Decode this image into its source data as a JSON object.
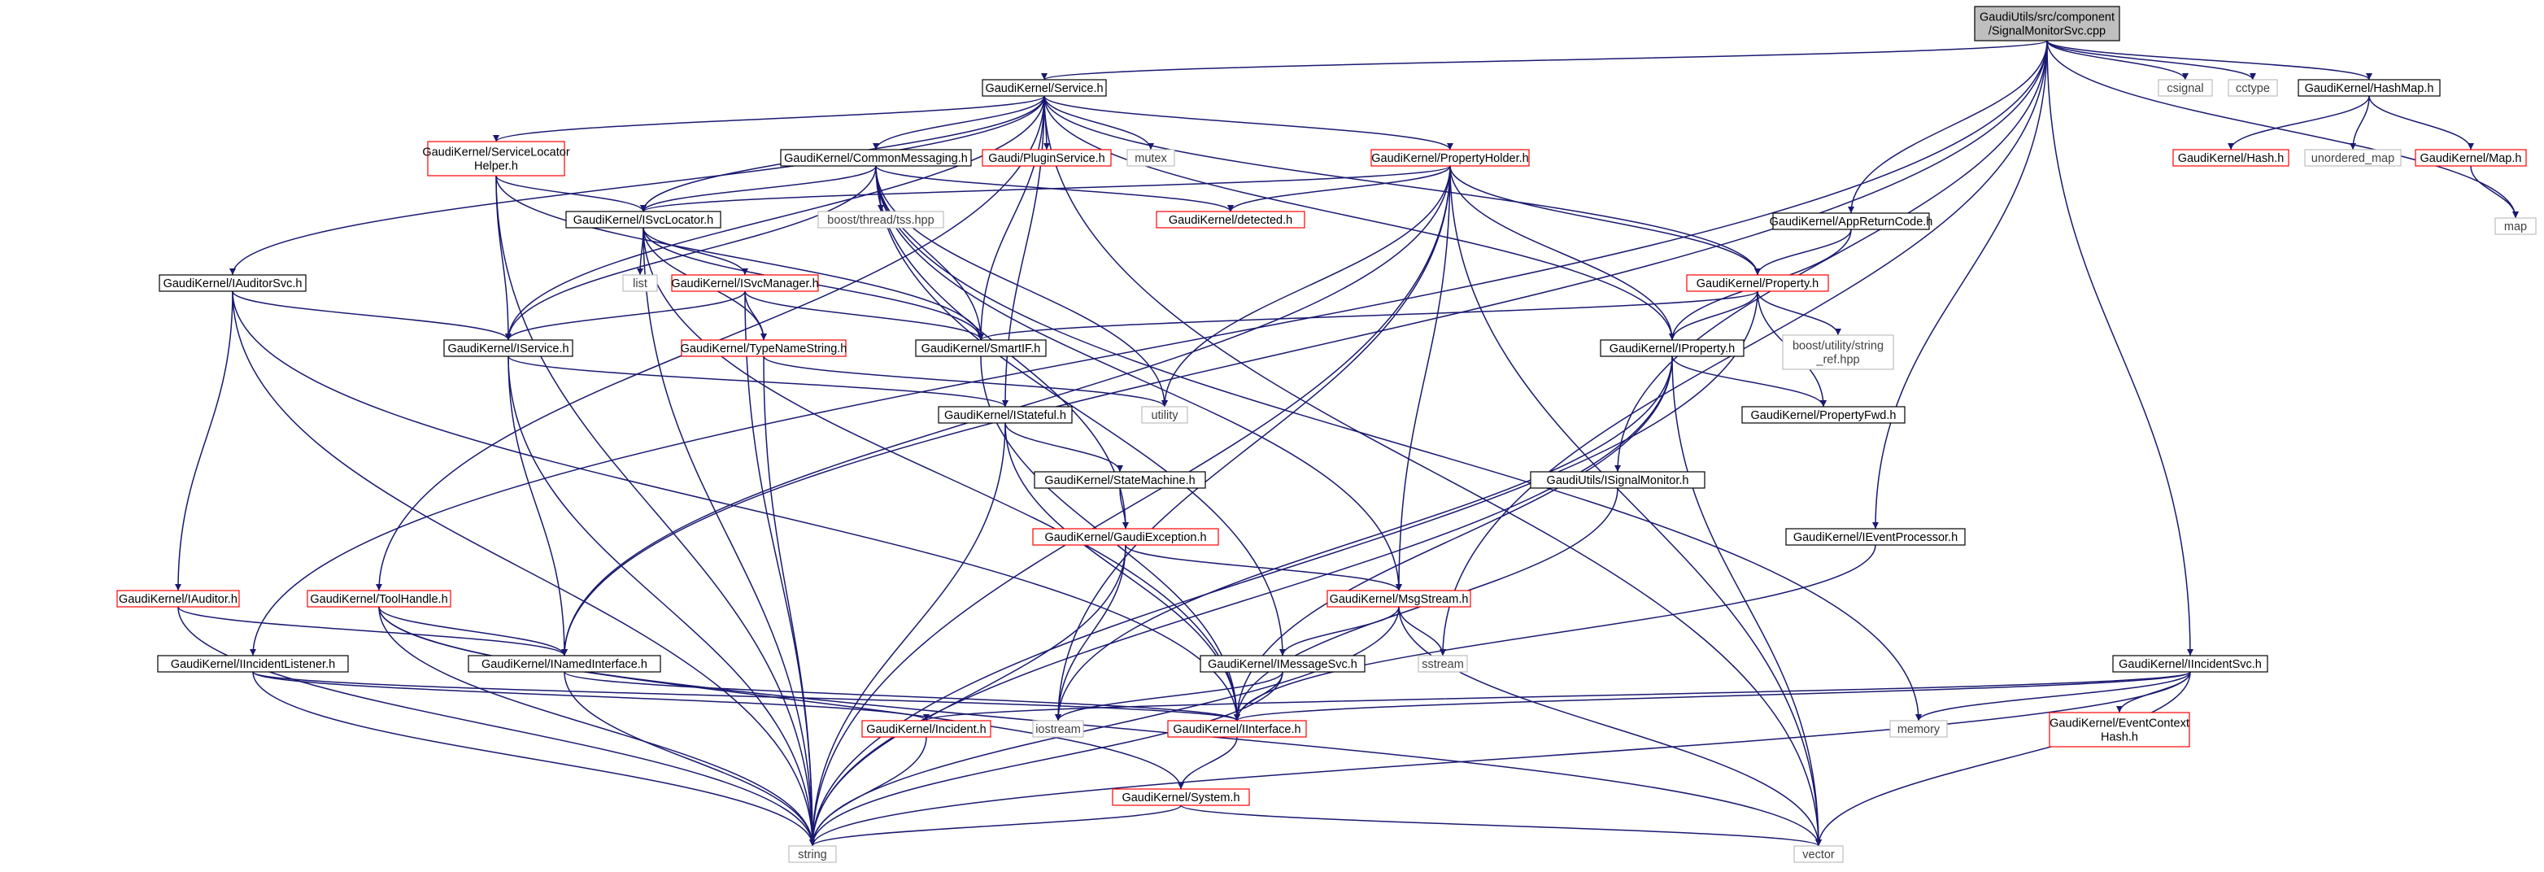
{
  "colors": {
    "edge": "#191970",
    "edge_head": "#191970",
    "text": "#000000",
    "root_fill": "#bfbfbf",
    "root_border": "#000000",
    "doc_border": "#000000",
    "undoc_border": "#ff0000",
    "system_border": "#bfbfbf",
    "system_text": "#404040"
  },
  "graph": {
    "nodes": [
      {
        "id": "root",
        "kind": "root",
        "lines": [
          "GaudiUtils/src/component",
          "/SignalMonitorSvc.cpp"
        ]
      },
      {
        "id": "service_h",
        "kind": "doc",
        "lines": [
          "GaudiKernel/Service.h"
        ]
      },
      {
        "id": "csignal",
        "kind": "system",
        "lines": [
          "csignal"
        ]
      },
      {
        "id": "cctype",
        "kind": "system",
        "lines": [
          "cctype"
        ]
      },
      {
        "id": "hashmap_h",
        "kind": "doc",
        "lines": [
          "GaudiKernel/HashMap.h"
        ]
      },
      {
        "id": "svclocatorhelper_h",
        "kind": "undoc",
        "lines": [
          "GaudiKernel/ServiceLocator",
          "Helper.h"
        ]
      },
      {
        "id": "commonmessaging_h",
        "kind": "doc",
        "lines": [
          "GaudiKernel/CommonMessaging.h"
        ]
      },
      {
        "id": "pluginservice_h",
        "kind": "undoc",
        "lines": [
          "Gaudi/PluginService.h"
        ]
      },
      {
        "id": "mutex",
        "kind": "system",
        "lines": [
          "mutex"
        ]
      },
      {
        "id": "propertyholder_h",
        "kind": "undoc",
        "lines": [
          "GaudiKernel/PropertyHolder.h"
        ]
      },
      {
        "id": "hash_h",
        "kind": "undoc",
        "lines": [
          "GaudiKernel/Hash.h"
        ]
      },
      {
        "id": "unordered_map",
        "kind": "system",
        "lines": [
          "unordered_map"
        ]
      },
      {
        "id": "map_h",
        "kind": "undoc",
        "lines": [
          "GaudiKernel/Map.h"
        ]
      },
      {
        "id": "map",
        "kind": "system",
        "lines": [
          "map"
        ]
      },
      {
        "id": "isvclocator_h",
        "kind": "doc",
        "lines": [
          "GaudiKernel/ISvcLocator.h"
        ]
      },
      {
        "id": "threadtss",
        "kind": "system",
        "lines": [
          "boost/thread/tss.hpp"
        ]
      },
      {
        "id": "detected_h",
        "kind": "undoc",
        "lines": [
          "GaudiKernel/detected.h"
        ]
      },
      {
        "id": "appreturncode_h",
        "kind": "doc",
        "lines": [
          "GaudiKernel/AppReturnCode.h"
        ]
      },
      {
        "id": "iauditorsvc_h",
        "kind": "doc",
        "lines": [
          "GaudiKernel/IAuditorSvc.h"
        ]
      },
      {
        "id": "list",
        "kind": "system",
        "lines": [
          "list"
        ]
      },
      {
        "id": "isvcmanager_h",
        "kind": "undoc",
        "lines": [
          "GaudiKernel/ISvcManager.h"
        ]
      },
      {
        "id": "property_h",
        "kind": "undoc",
        "lines": [
          "GaudiKernel/Property.h"
        ]
      },
      {
        "id": "iservice_h",
        "kind": "doc",
        "lines": [
          "GaudiKernel/IService.h"
        ]
      },
      {
        "id": "typenamestring_h",
        "kind": "undoc",
        "lines": [
          "GaudiKernel/TypeNameString.h"
        ]
      },
      {
        "id": "smartif_h",
        "kind": "doc",
        "lines": [
          "GaudiKernel/SmartIF.h"
        ]
      },
      {
        "id": "string_ref",
        "kind": "system",
        "lines": [
          "boost/utility/string",
          "_ref.hpp"
        ]
      },
      {
        "id": "iproperty_h",
        "kind": "doc",
        "lines": [
          "GaudiKernel/IProperty.h"
        ]
      },
      {
        "id": "utility",
        "kind": "system",
        "lines": [
          "utility"
        ]
      },
      {
        "id": "istateful_h",
        "kind": "doc",
        "lines": [
          "GaudiKernel/IStateful.h"
        ]
      },
      {
        "id": "propertyfwd_h",
        "kind": "doc",
        "lines": [
          "GaudiKernel/PropertyFwd.h"
        ]
      },
      {
        "id": "statemachine_h",
        "kind": "doc",
        "lines": [
          "GaudiKernel/StateMachine.h"
        ]
      },
      {
        "id": "isignalmonitor_h",
        "kind": "doc",
        "lines": [
          "GaudiUtils/ISignalMonitor.h"
        ]
      },
      {
        "id": "gaudiexception_h",
        "kind": "undoc",
        "lines": [
          "GaudiKernel/GaudiException.h"
        ]
      },
      {
        "id": "ieventprocessor_h",
        "kind": "doc",
        "lines": [
          "GaudiKernel/IEventProcessor.h"
        ]
      },
      {
        "id": "iauditor_h",
        "kind": "undoc",
        "lines": [
          "GaudiKernel/IAuditor.h"
        ]
      },
      {
        "id": "toolhandle_h",
        "kind": "undoc",
        "lines": [
          "GaudiKernel/ToolHandle.h"
        ]
      },
      {
        "id": "msgstream_h",
        "kind": "undoc",
        "lines": [
          "GaudiKernel/MsgStream.h"
        ]
      },
      {
        "id": "iincidentlistener_h",
        "kind": "doc",
        "lines": [
          "GaudiKernel/IIncidentListener.h"
        ]
      },
      {
        "id": "inamedinterface_h",
        "kind": "doc",
        "lines": [
          "GaudiKernel/INamedInterface.h"
        ]
      },
      {
        "id": "imessagesvc_h",
        "kind": "doc",
        "lines": [
          "GaudiKernel/IMessageSvc.h"
        ]
      },
      {
        "id": "sstream",
        "kind": "system",
        "lines": [
          "sstream"
        ]
      },
      {
        "id": "iincidentsvc_h",
        "kind": "doc",
        "lines": [
          "GaudiKernel/IIncidentSvc.h"
        ]
      },
      {
        "id": "incident_h",
        "kind": "undoc",
        "lines": [
          "GaudiKernel/Incident.h"
        ]
      },
      {
        "id": "iostream",
        "kind": "system",
        "lines": [
          "iostream"
        ]
      },
      {
        "id": "iinterface_h",
        "kind": "undoc",
        "lines": [
          "GaudiKernel/IInterface.h"
        ]
      },
      {
        "id": "memory",
        "kind": "system",
        "lines": [
          "memory"
        ]
      },
      {
        "id": "eventcontexthash_h",
        "kind": "undoc",
        "lines": [
          "GaudiKernel/EventContext",
          "Hash.h"
        ]
      },
      {
        "id": "system_h",
        "kind": "undoc",
        "lines": [
          "GaudiKernel/System.h"
        ]
      },
      {
        "id": "string",
        "kind": "system",
        "lines": [
          "string"
        ]
      },
      {
        "id": "vector",
        "kind": "system",
        "lines": [
          "vector"
        ]
      }
    ],
    "edges": [
      [
        "root",
        "service_h"
      ],
      [
        "root",
        "csignal"
      ],
      [
        "root",
        "cctype"
      ],
      [
        "root",
        "hashmap_h"
      ],
      [
        "root",
        "map"
      ],
      [
        "root",
        "appreturncode_h"
      ],
      [
        "root",
        "isignalmonitor_h"
      ],
      [
        "root",
        "ieventprocessor_h"
      ],
      [
        "root",
        "iincidentsvc_h"
      ],
      [
        "root",
        "sstream"
      ],
      [
        "root",
        "iincidentlistener_h"
      ],
      [
        "root",
        "inamedinterface_h"
      ],
      [
        "service_h",
        "svclocatorhelper_h"
      ],
      [
        "service_h",
        "commonmessaging_h"
      ],
      [
        "service_h",
        "pluginservice_h"
      ],
      [
        "service_h",
        "mutex"
      ],
      [
        "service_h",
        "propertyholder_h"
      ],
      [
        "service_h",
        "iauditorsvc_h"
      ],
      [
        "service_h",
        "isvclocator_h"
      ],
      [
        "service_h",
        "iservice_h"
      ],
      [
        "service_h",
        "toolhandle_h"
      ],
      [
        "service_h",
        "smartif_h"
      ],
      [
        "service_h",
        "iproperty_h"
      ],
      [
        "service_h",
        "property_h"
      ],
      [
        "service_h",
        "istateful_h"
      ],
      [
        "service_h",
        "vector"
      ],
      [
        "hashmap_h",
        "hash_h"
      ],
      [
        "hashmap_h",
        "unordered_map"
      ],
      [
        "hashmap_h",
        "map_h"
      ],
      [
        "map_h",
        "map"
      ],
      [
        "svclocatorhelper_h",
        "isvclocator_h"
      ],
      [
        "svclocatorhelper_h",
        "iservice_h"
      ],
      [
        "svclocatorhelper_h",
        "smartif_h"
      ],
      [
        "svclocatorhelper_h",
        "string"
      ],
      [
        "commonmessaging_h",
        "isvclocator_h"
      ],
      [
        "commonmessaging_h",
        "threadtss"
      ],
      [
        "commonmessaging_h",
        "detected_h"
      ],
      [
        "commonmessaging_h",
        "iservice_h"
      ],
      [
        "commonmessaging_h",
        "smartif_h"
      ],
      [
        "commonmessaging_h",
        "utility"
      ],
      [
        "commonmessaging_h",
        "gaudiexception_h"
      ],
      [
        "commonmessaging_h",
        "msgstream_h"
      ],
      [
        "commonmessaging_h",
        "imessagesvc_h"
      ],
      [
        "commonmessaging_h",
        "memory"
      ],
      [
        "propertyholder_h",
        "isvclocator_h"
      ],
      [
        "propertyholder_h",
        "detected_h"
      ],
      [
        "propertyholder_h",
        "property_h"
      ],
      [
        "propertyholder_h",
        "iproperty_h"
      ],
      [
        "propertyholder_h",
        "utility"
      ],
      [
        "propertyholder_h",
        "inamedinterface_h"
      ],
      [
        "propertyholder_h",
        "msgstream_h"
      ],
      [
        "propertyholder_h",
        "iostream"
      ],
      [
        "propertyholder_h",
        "string"
      ],
      [
        "propertyholder_h",
        "vector"
      ],
      [
        "isvclocator_h",
        "list"
      ],
      [
        "isvclocator_h",
        "isvcmanager_h"
      ],
      [
        "isvclocator_h",
        "typenamestring_h"
      ],
      [
        "isvclocator_h",
        "smartif_h"
      ],
      [
        "isvclocator_h",
        "iinterface_h"
      ],
      [
        "isvclocator_h",
        "string"
      ],
      [
        "appreturncode_h",
        "property_h"
      ],
      [
        "appreturncode_h",
        "iproperty_h"
      ],
      [
        "iauditorsvc_h",
        "iservice_h"
      ],
      [
        "iauditorsvc_h",
        "iauditor_h"
      ],
      [
        "iauditorsvc_h",
        "iinterface_h"
      ],
      [
        "iauditorsvc_h",
        "string"
      ],
      [
        "isvcmanager_h",
        "iservice_h"
      ],
      [
        "isvcmanager_h",
        "typenamestring_h"
      ],
      [
        "isvcmanager_h",
        "smartif_h"
      ],
      [
        "isvcmanager_h",
        "string"
      ],
      [
        "property_h",
        "smartif_h"
      ],
      [
        "property_h",
        "string_ref"
      ],
      [
        "property_h",
        "iproperty_h"
      ],
      [
        "property_h",
        "propertyfwd_h"
      ],
      [
        "property_h",
        "string"
      ],
      [
        "iservice_h",
        "istateful_h"
      ],
      [
        "iservice_h",
        "inamedinterface_h"
      ],
      [
        "iservice_h",
        "string"
      ],
      [
        "typenamestring_h",
        "string"
      ],
      [
        "typenamestring_h",
        "utility"
      ],
      [
        "smartif_h",
        "iinterface_h"
      ],
      [
        "iproperty_h",
        "propertyfwd_h"
      ],
      [
        "iproperty_h",
        "iinterface_h"
      ],
      [
        "iproperty_h",
        "iostream"
      ],
      [
        "iproperty_h",
        "string"
      ],
      [
        "iproperty_h",
        "vector"
      ],
      [
        "istateful_h",
        "statemachine_h"
      ],
      [
        "istateful_h",
        "iinterface_h"
      ],
      [
        "istateful_h",
        "string"
      ],
      [
        "statemachine_h",
        "gaudiexception_h"
      ],
      [
        "isignalmonitor_h",
        "iinterface_h"
      ],
      [
        "gaudiexception_h",
        "msgstream_h"
      ],
      [
        "gaudiexception_h",
        "iostream"
      ],
      [
        "gaudiexception_h",
        "string"
      ],
      [
        "ieventprocessor_h",
        "iinterface_h"
      ],
      [
        "iauditor_h",
        "inamedinterface_h"
      ],
      [
        "iauditor_h",
        "string"
      ],
      [
        "toolhandle_h",
        "inamedinterface_h"
      ],
      [
        "toolhandle_h",
        "system_h"
      ],
      [
        "toolhandle_h",
        "string"
      ],
      [
        "toolhandle_h",
        "vector"
      ],
      [
        "msgstream_h",
        "imessagesvc_h"
      ],
      [
        "msgstream_h",
        "sstream"
      ],
      [
        "msgstream_h",
        "string"
      ],
      [
        "msgstream_h",
        "vector"
      ],
      [
        "iincidentlistener_h",
        "iinterface_h"
      ],
      [
        "iincidentlistener_h",
        "incident_h"
      ],
      [
        "iincidentlistener_h",
        "string"
      ],
      [
        "inamedinterface_h",
        "iinterface_h"
      ],
      [
        "inamedinterface_h",
        "string"
      ],
      [
        "imessagesvc_h",
        "iinterface_h"
      ],
      [
        "imessagesvc_h",
        "iostream"
      ],
      [
        "imessagesvc_h",
        "string"
      ],
      [
        "iincidentsvc_h",
        "iinterface_h"
      ],
      [
        "iincidentsvc_h",
        "incident_h"
      ],
      [
        "iincidentsvc_h",
        "memory"
      ],
      [
        "iincidentsvc_h",
        "eventcontexthash_h"
      ],
      [
        "iincidentsvc_h",
        "string"
      ],
      [
        "iincidentsvc_h",
        "vector"
      ],
      [
        "incident_h",
        "string"
      ],
      [
        "iinterface_h",
        "system_h"
      ],
      [
        "system_h",
        "string"
      ],
      [
        "system_h",
        "vector"
      ]
    ]
  }
}
